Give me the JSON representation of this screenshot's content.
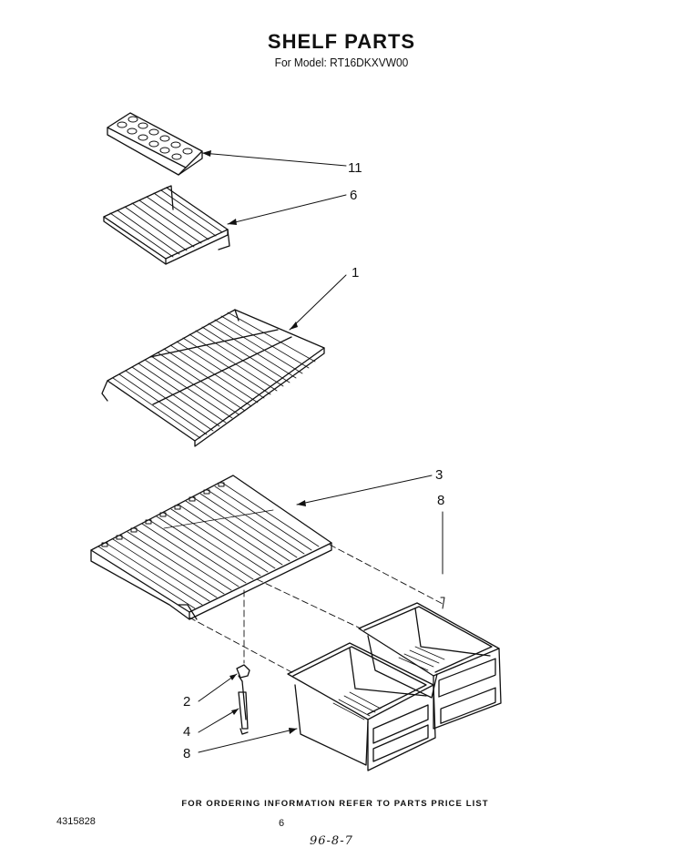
{
  "header": {
    "title": "SHELF PARTS",
    "subtitle": "For Model: RT16DKXVW00"
  },
  "callouts": [
    {
      "id": "ice-tray",
      "label": "11"
    },
    {
      "id": "small-shelf",
      "label": "6"
    },
    {
      "id": "wire-shelf",
      "label": "1"
    },
    {
      "id": "crisper-cover-frame",
      "label": "3"
    },
    {
      "id": "crisper-right",
      "label": "8"
    },
    {
      "id": "support-clip",
      "label": "2"
    },
    {
      "id": "support-rod",
      "label": "4"
    },
    {
      "id": "crisper-left",
      "label": "8"
    }
  ],
  "footer": {
    "ordering_note": "FOR ORDERING INFORMATION REFER TO PARTS PRICE LIST",
    "doc_number": "4315828",
    "page_number": "6",
    "handwritten": "96-8-7"
  }
}
